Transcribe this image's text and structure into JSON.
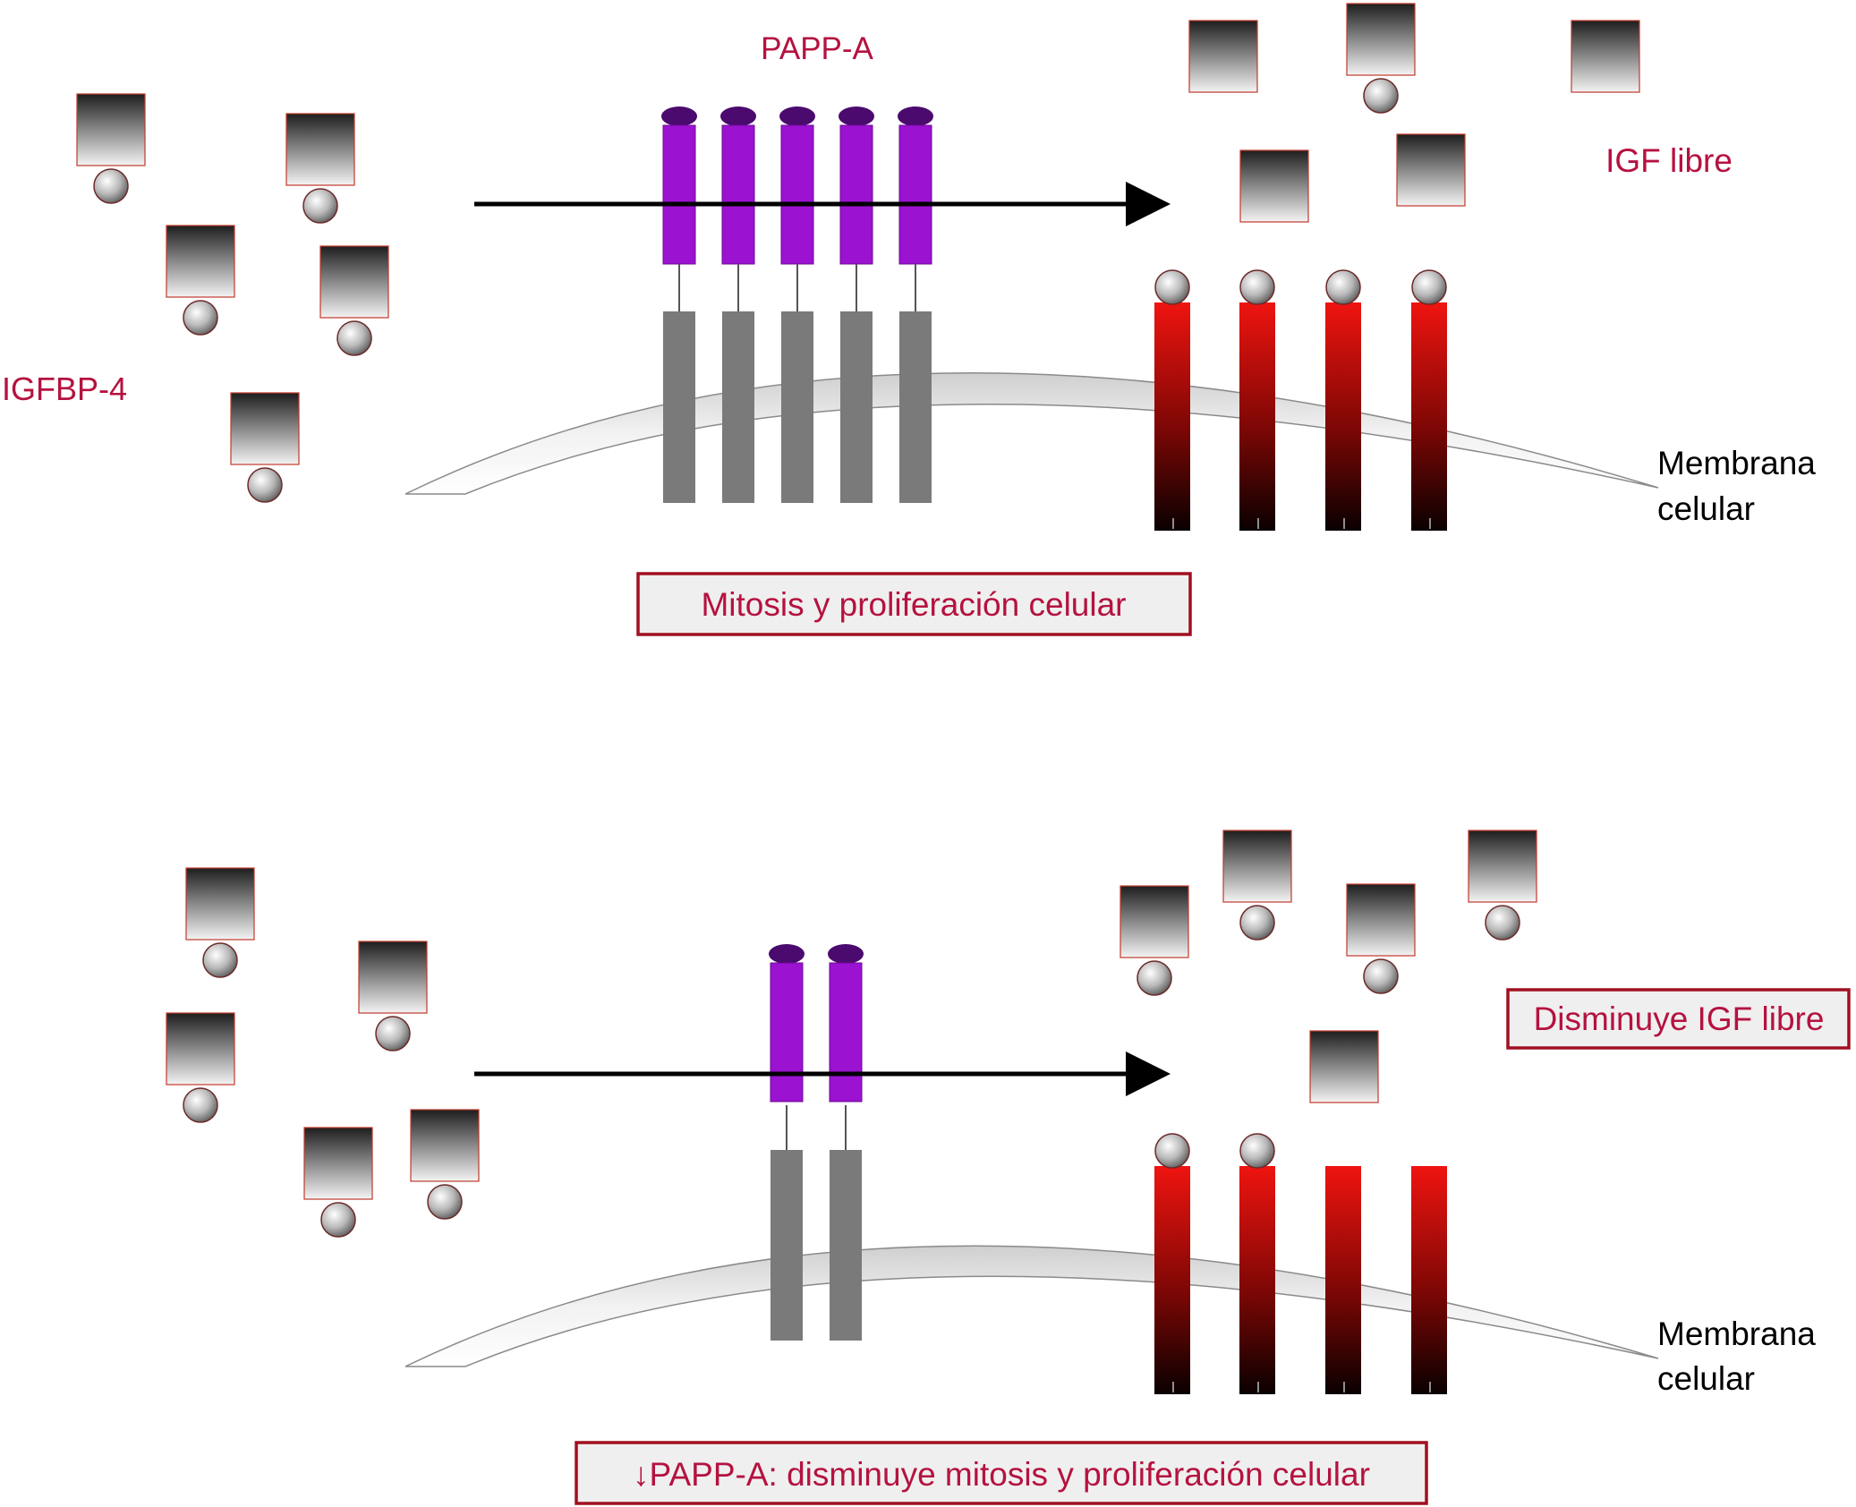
{
  "labels": {
    "papp_a": "PAPP-A",
    "igf_libre": "IGF libre",
    "igfbp4": "IGFBP-4",
    "membrana_top_1": "Membrana",
    "membrana_top_2": "celular",
    "mitosis_box": "Mitosis y proliferación celular",
    "disminuye_igf": "Disminuye IGF libre",
    "membrana_bottom_1": "Membrana",
    "membrana_bottom_2": "celular",
    "bottom_box": "↓PAPP-A: disminuye mitosis y proliferación celular"
  },
  "colors": {
    "label_red": "#b5123f",
    "box_border": "#a01020",
    "box_fill": "#efefef",
    "papp_a_purple": "#9b12d1",
    "papp_a_cap": "#4b0a6e",
    "receptor_red": "#e8130f",
    "anchor_gray": "#7a7a7a"
  }
}
